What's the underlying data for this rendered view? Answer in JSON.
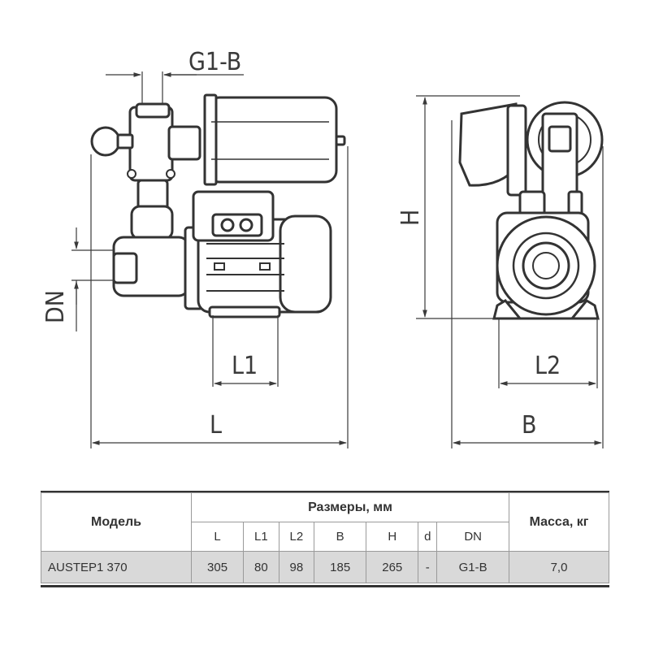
{
  "drawing": {
    "labels": {
      "g1b": "G1-B",
      "dn": "DN",
      "l1": "L1",
      "l": "L",
      "h": "H",
      "l2": "L2",
      "b": "B"
    }
  },
  "table": {
    "model_header": "Модель",
    "sizes_header": "Размеры, мм",
    "mass_header": "Масса, кг",
    "columns": [
      "L",
      "L1",
      "L2",
      "B",
      "H",
      "d",
      "DN"
    ],
    "row": {
      "model": "AUSTEP1 370",
      "values": [
        "305",
        "80",
        "98",
        "185",
        "265",
        "-",
        "G1-B"
      ],
      "mass": "7,0"
    }
  }
}
